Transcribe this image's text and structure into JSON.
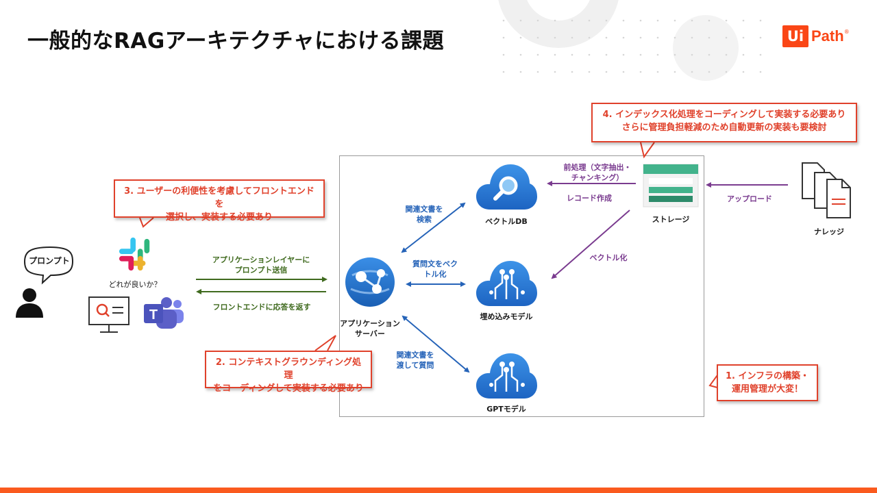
{
  "title": "一般的なRAGアーキテクチャにおける課題",
  "logo": {
    "ui": "Ui",
    "path": "Path",
    "reg": "®"
  },
  "callouts": {
    "c4": "4. インデックス化処理をコーディングして実装する必要あり\nさらに管理負担軽減のため自動更新の実装も要検討",
    "c3": "3. ユーザーの利便性を考慮してフロントエンドを\n選択し、実装する必要あり",
    "c2": "2. コンテキストグラウンディング処理\nをコーディングして実装する必要あり",
    "c1": "1. インフラの構築・\n運用管理が大変！"
  },
  "nodes": {
    "prompt": "プロンプト",
    "frontend_q": "どれが良いか？",
    "app_server": "アプリケーション\nサーバー",
    "vector_db": "ベクトルDB",
    "embed_model": "埋め込みモデル",
    "gpt_model": "GPTモデル",
    "storage": "ストレージ",
    "knowledge": "ナレッジ"
  },
  "edges": {
    "send_prompt": "アプリケーションレイヤーに\nプロンプト送信",
    "return_response": "フロントエンドに応答を返す",
    "search_docs": "関連文書を\n検索",
    "vectorize_question": "質問文をベク\nトル化",
    "pass_docs": "関連文書を\n渡して質問",
    "preprocess": "前処理（文字抽出・\nチャンキング）",
    "create_records": "レコード作成",
    "vectorize": "ベクトル化",
    "upload": "アップロード"
  },
  "colors": {
    "accent": "#fa4616",
    "callout": "#e0412b",
    "blue_arrow": "#2563b8",
    "purple_arrow": "#7a3b8f",
    "green_arrow": "#3f6a1e",
    "azure_blue": "#1e73d8"
  },
  "icons": [
    "user-icon",
    "slack-icon",
    "web-app-icon",
    "teams-icon",
    "app-service-icon",
    "search-cloud-icon",
    "ai-cloud-icon",
    "storage-icon",
    "document-icon"
  ]
}
